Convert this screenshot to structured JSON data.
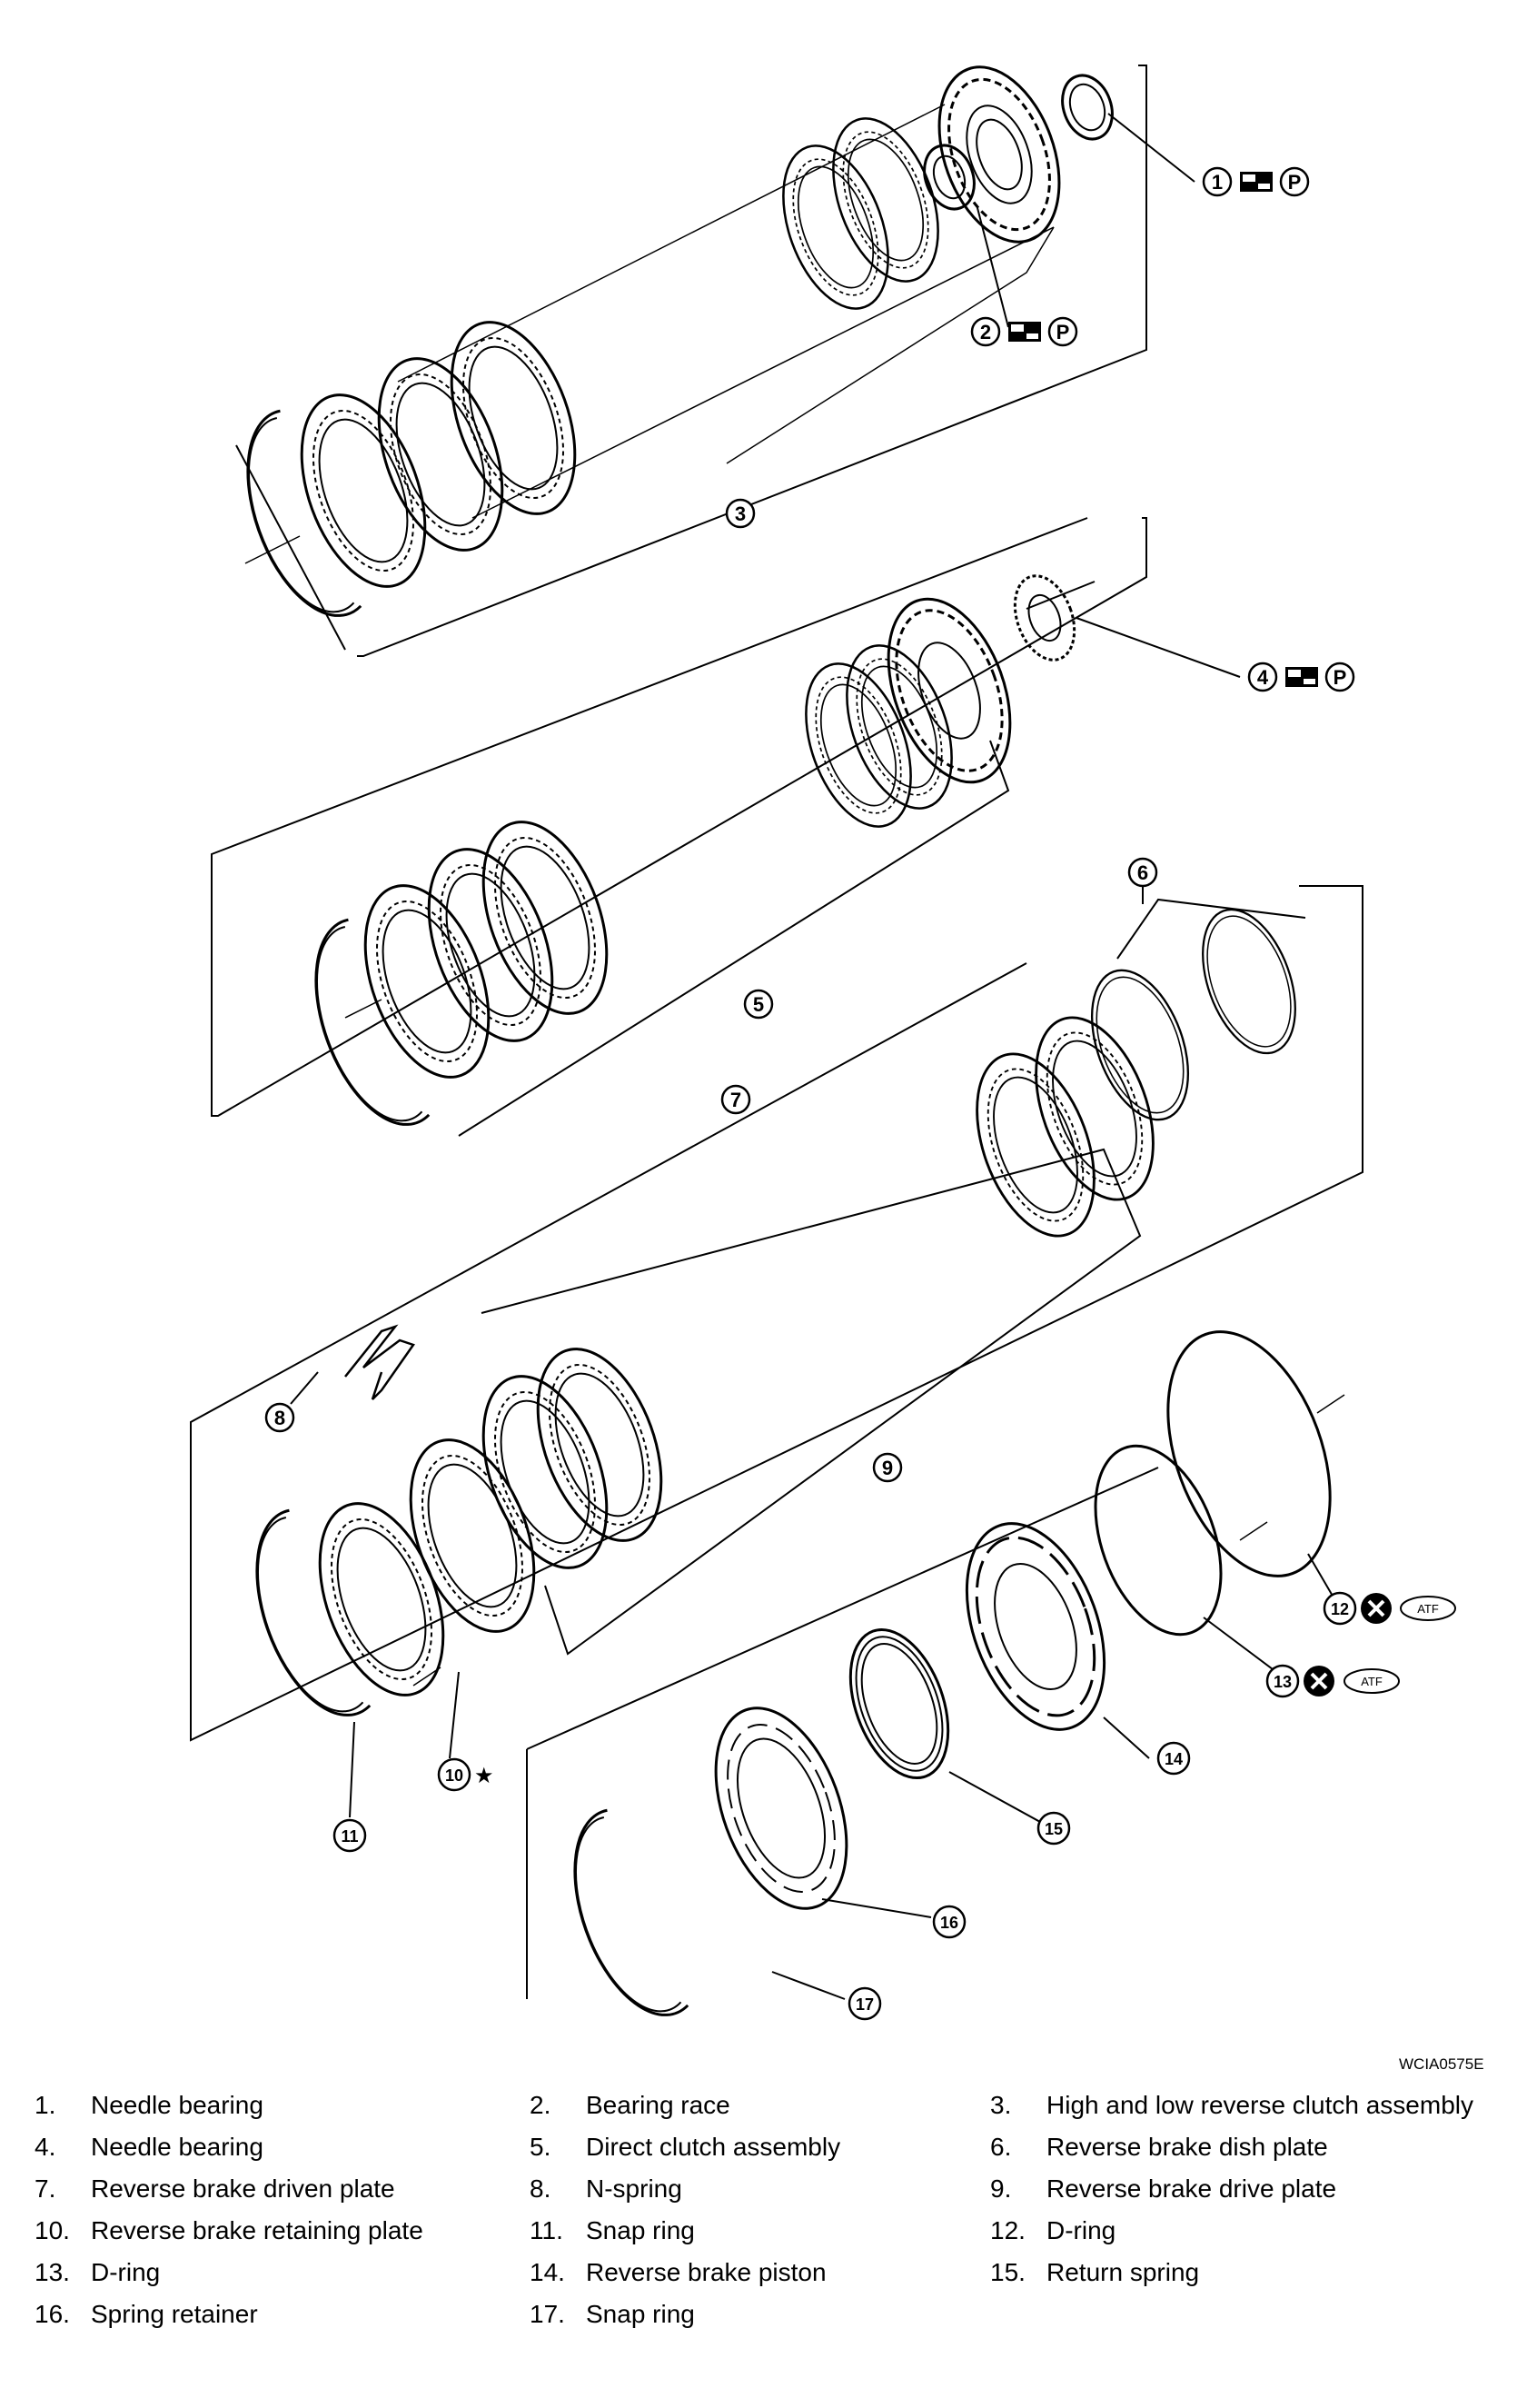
{
  "diagram": {
    "code": "WCIA0575E",
    "callouts": [
      "1",
      "2",
      "3",
      "4",
      "5",
      "6",
      "7",
      "8",
      "9",
      "10",
      "11",
      "12",
      "13",
      "14",
      "15",
      "16",
      "17"
    ],
    "symbols": {
      "petroleum_jelly": "P",
      "atf": "ATF",
      "star": "★"
    }
  },
  "legend": [
    {
      "num": "1.",
      "text": "Needle bearing"
    },
    {
      "num": "2.",
      "text": "Bearing race"
    },
    {
      "num": "3.",
      "text": "High and low reverse clutch assembly"
    },
    {
      "num": "4.",
      "text": "Needle bearing"
    },
    {
      "num": "5.",
      "text": "Direct clutch assembly"
    },
    {
      "num": "6.",
      "text": "Reverse brake dish plate"
    },
    {
      "num": "7.",
      "text": "Reverse brake driven plate"
    },
    {
      "num": "8.",
      "text": "N-spring"
    },
    {
      "num": "9.",
      "text": "Reverse brake drive plate"
    },
    {
      "num": "10.",
      "text": "Reverse brake retaining plate"
    },
    {
      "num": "11.",
      "text": "Snap ring"
    },
    {
      "num": "12.",
      "text": "D-ring"
    },
    {
      "num": "13.",
      "text": "D-ring"
    },
    {
      "num": "14.",
      "text": "Reverse brake piston"
    },
    {
      "num": "15.",
      "text": "Return spring"
    },
    {
      "num": "16.",
      "text": "Spring retainer"
    },
    {
      "num": "17.",
      "text": "Snap ring"
    }
  ]
}
